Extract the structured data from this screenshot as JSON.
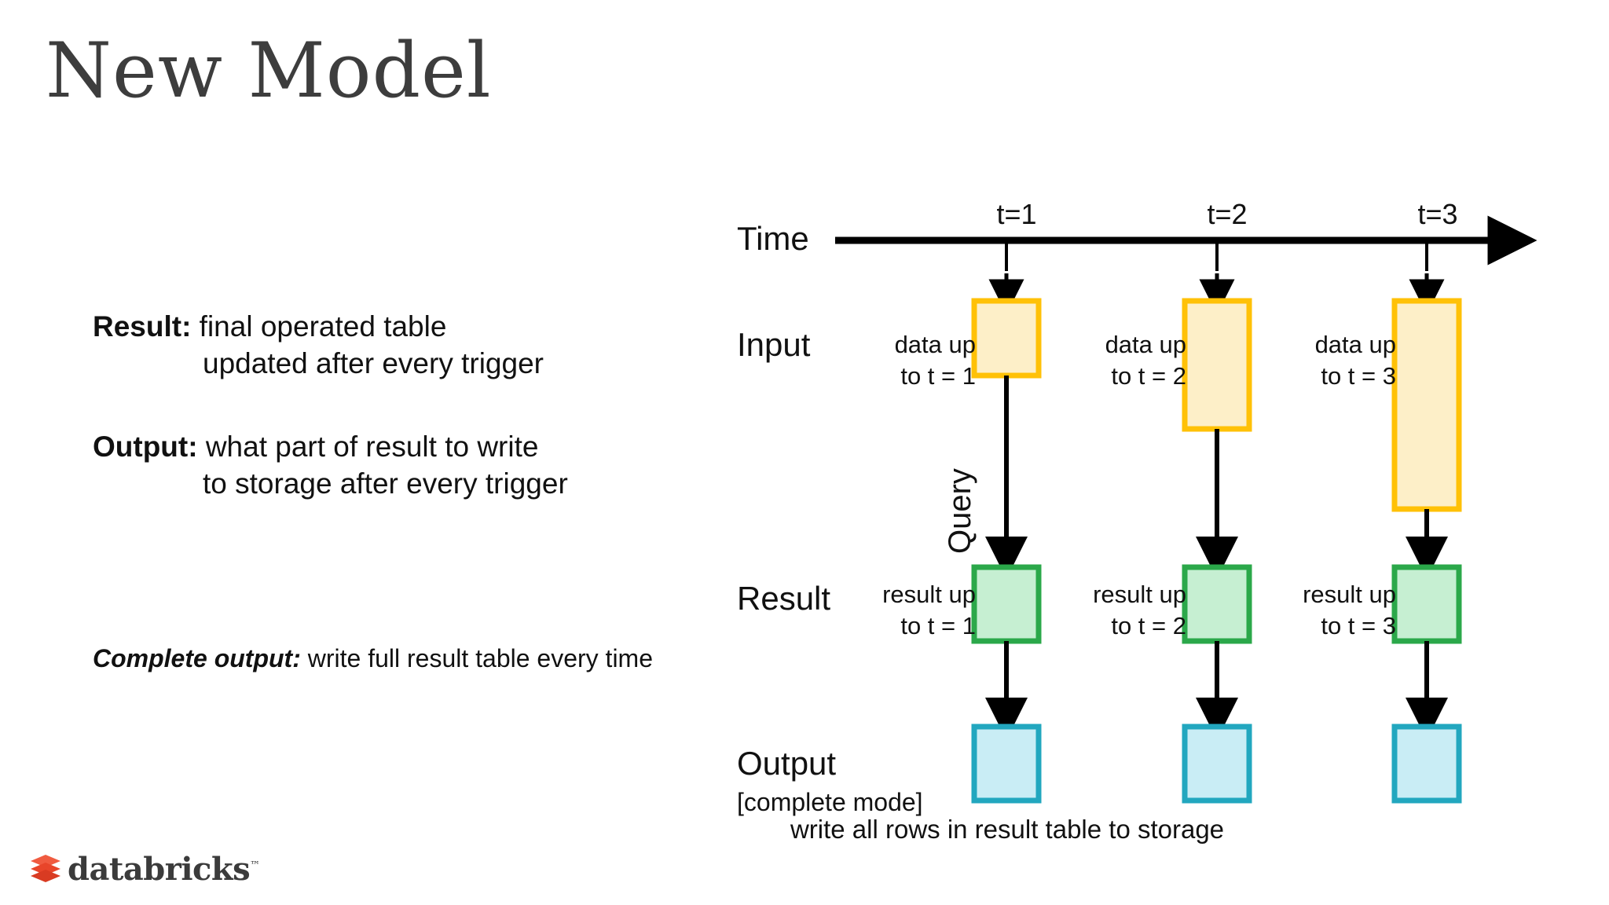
{
  "slide": {
    "title": "New Model",
    "background_color": "#ffffff",
    "title_color": "#3d3d3d"
  },
  "bullets": [
    {
      "lead": "Result:",
      "line1": " final operated table",
      "line2": "updated after every trigger"
    },
    {
      "lead": "Output:",
      "line1": " what part of result to write",
      "line2": "to storage after every trigger"
    }
  ],
  "note": {
    "lead": "Complete output:",
    "rest": " write full result table every time"
  },
  "diagram": {
    "row_labels": {
      "time": "Time",
      "input": "Input",
      "result": "Result",
      "output": "Output",
      "output_sub": "[complete mode]"
    },
    "query_label": "Query",
    "ticks": [
      "t=1",
      "t=2",
      "t=3"
    ],
    "input_captions": [
      {
        "line1": "data up",
        "line2": "to t = 1"
      },
      {
        "line1": "data up",
        "line2": "to t = 2"
      },
      {
        "line1": "data up",
        "line2": "to t = 3"
      }
    ],
    "result_captions": [
      {
        "line1": "result up",
        "line2": "to t = 1"
      },
      {
        "line1": "result up",
        "line2": "to t = 2"
      },
      {
        "line1": "result up",
        "line2": "to t = 3"
      }
    ],
    "footer_caption": "write all rows in result table to storage",
    "colors": {
      "input_border": "#FFC107",
      "input_fill": "#FDEFC8",
      "result_border": "#2BA84A",
      "result_fill": "#C6EFD2",
      "output_border": "#22A7BF",
      "output_fill": "#C9EDF5",
      "axis": "#000000"
    }
  },
  "logo": {
    "word": "databricks",
    "trademark": "™",
    "brick_color_top": "#F05B40",
    "brick_color_mid": "#E8452A",
    "brick_color_bottom": "#D93B22",
    "word_color": "#3b3b3b"
  }
}
